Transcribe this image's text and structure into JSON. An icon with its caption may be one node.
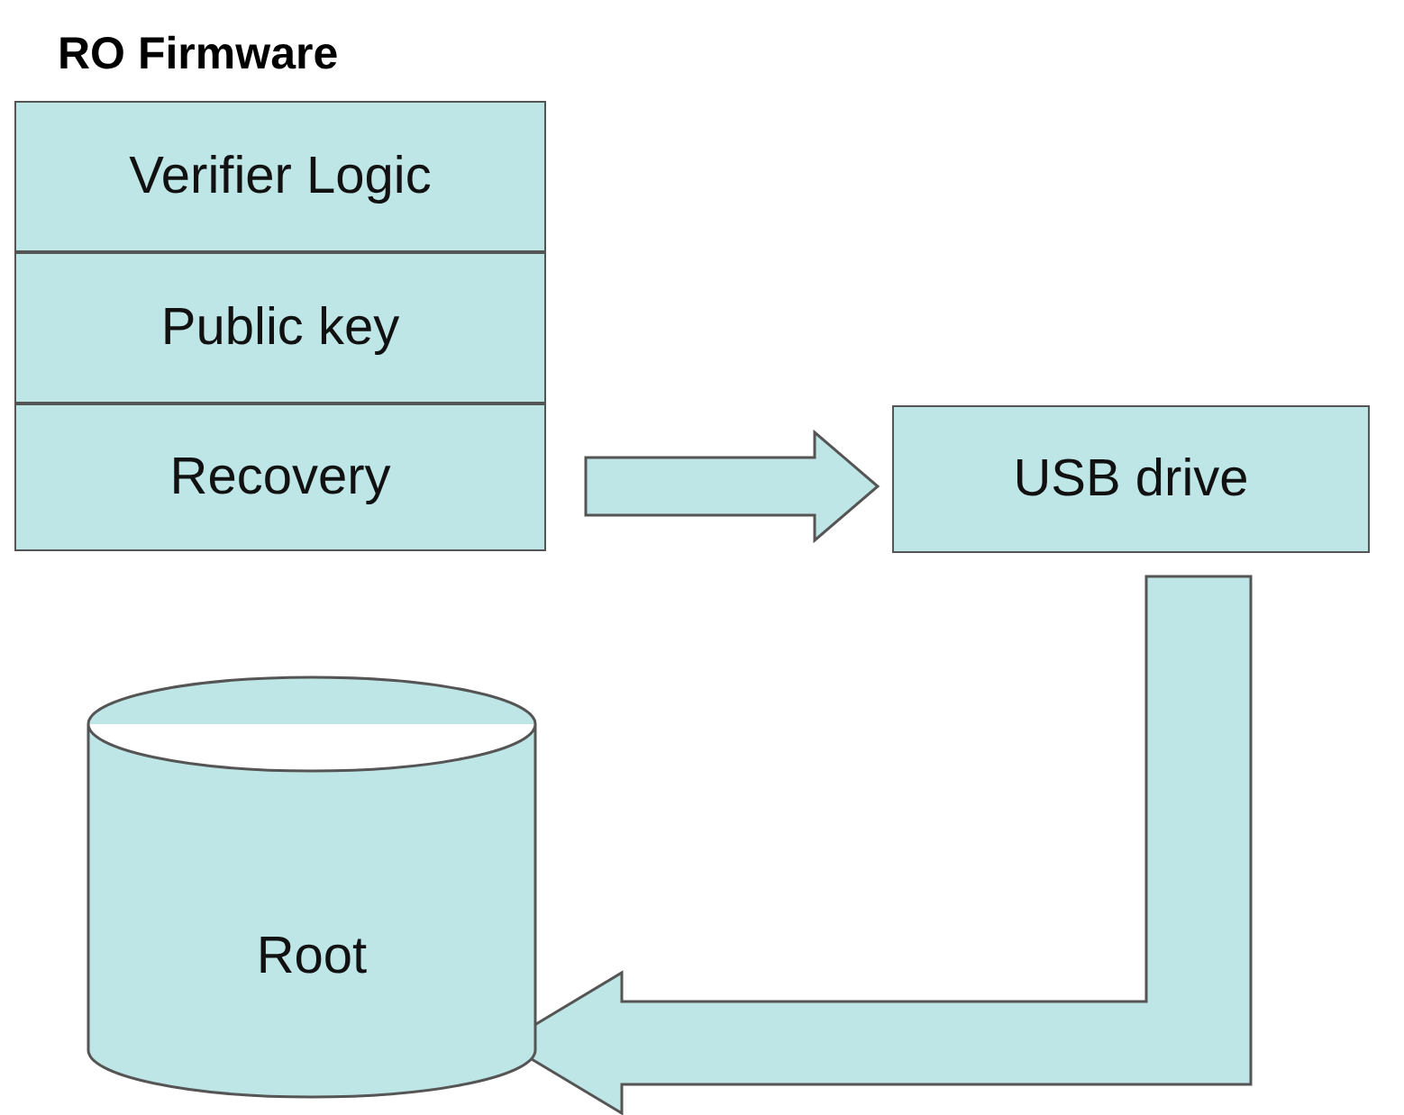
{
  "diagram": {
    "nodes": [
      {
        "text": [
          "RO Firmware"
        ]
      },
      {
        "text": [
          "Verifier Logic"
        ],
        "in": 0
      },
      {
        "text": [
          "Public key"
        ],
        "in": 0
      },
      {
        "text": [
          "Recovery"
        ],
        "in": 0
      },
      {
        "text": [
          "USB drive"
        ]
      },
      {
        "text": [
          "Root"
        ]
      }
    ],
    "edges": [
      {
        "from": 3,
        "to": 4,
        "arrow": "to"
      },
      {
        "from": 4,
        "to": 5,
        "arrow": "to"
      }
    ]
  }
}
